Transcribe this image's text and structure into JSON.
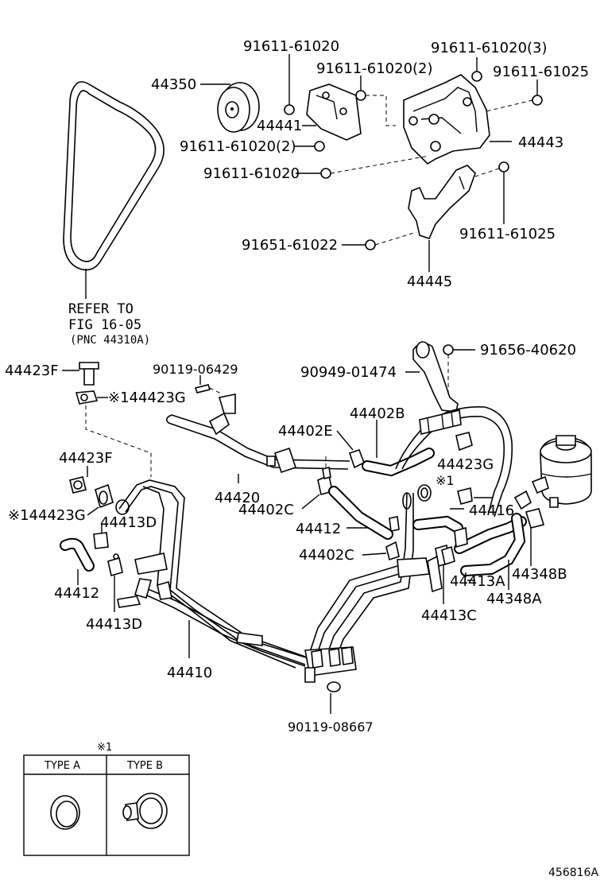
{
  "parts": {
    "p44350": "44350",
    "p91611_61020_top": "91611-61020",
    "p91611_61020_3": "91611-61020(3)",
    "p91611_61020_2a": "91611-61020(2)",
    "p91611_61025_a": "91611-61025",
    "p44441": "44441",
    "p91611_61020_2b": "91611-61020(2)",
    "p44443": "44443",
    "p91611_61020_mid": "91611-61020",
    "p91611_61025_b": "91611-61025",
    "p91651_61022": "91651-61022",
    "p44445": "44445",
    "p91656_40620": "91656-40620",
    "p90949_01474": "90949-01474",
    "p44423F_a": "44423F",
    "p90119_06429": "90119-06429",
    "p44423G_a": "※144423G",
    "p44402B": "44402B",
    "p44402E": "44402E",
    "p44423F_b": "44423F",
    "p44420": "44420",
    "p44423G_b": "44423G",
    "p_x1_mid": "※1",
    "p44402C_a": "44402C",
    "p44416": "44416",
    "p44423G_c": "※144423G",
    "p44413D_a": "44413D",
    "p44412_a": "44412",
    "p44402C_b": "44402C",
    "p44413A": "44413A",
    "p44348B": "44348B",
    "p44348A": "44348A",
    "p44412_b": "44412",
    "p44413D_b": "44413D",
    "p44413C": "44413C",
    "p44410": "44410",
    "p90119_08667": "90119-08667"
  },
  "refer": {
    "line1": "REFER TO",
    "line2": "FIG 16-05",
    "line3": "(PNC 44310A)"
  },
  "legend": {
    "mark": "※1",
    "type_a": "TYPE A",
    "type_b": "TYPE B"
  },
  "figure_id": "456816A"
}
